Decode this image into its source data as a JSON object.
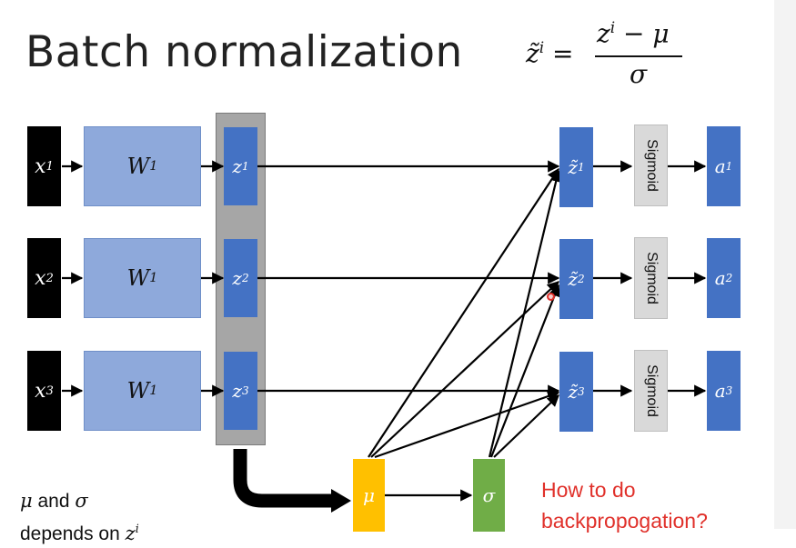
{
  "title": "Batch normalization",
  "formula": {
    "lhs": "z̃",
    "lhs_sup": "i",
    "equals": "=",
    "num": "z",
    "num_sup": "i",
    "num_rest": " − μ",
    "den": "σ"
  },
  "inputs": [
    {
      "base": "x",
      "sup": "1"
    },
    {
      "base": "x",
      "sup": "2"
    },
    {
      "base": "x",
      "sup": "3"
    }
  ],
  "weights": [
    {
      "base": "W",
      "sup": "1"
    },
    {
      "base": "W",
      "sup": "1"
    },
    {
      "base": "W",
      "sup": "1"
    }
  ],
  "z_nodes": [
    {
      "base": "z",
      "sup": "1"
    },
    {
      "base": "z",
      "sup": "2"
    },
    {
      "base": "z",
      "sup": "3"
    }
  ],
  "z_tilde_nodes": [
    {
      "base": "z̃",
      "sup": "1"
    },
    {
      "base": "z̃",
      "sup": "2"
    },
    {
      "base": "z̃",
      "sup": "3"
    }
  ],
  "activation_label": "Sigmoid",
  "outputs": [
    {
      "base": "a",
      "sup": "1"
    },
    {
      "base": "a",
      "sup": "2"
    },
    {
      "base": "a",
      "sup": "3"
    }
  ],
  "mu_label": "μ",
  "sigma_label": "σ",
  "note": {
    "mu": "μ",
    "and": " and ",
    "sigma": "σ",
    "line2": "depends on ",
    "z": "z",
    "z_sup": "i"
  },
  "question": {
    "line1": "How to do",
    "line2": "backpropogation?"
  },
  "colors": {
    "input_black": "#000000",
    "weight_light_blue": "#8ea9db",
    "node_blue": "#4472c4",
    "panel_gray": "#a6a6a6",
    "sigmoid_gray": "#d9d9d9",
    "mu_orange": "#ffc000",
    "sigma_green": "#70ad47",
    "question_red": "#e0302a"
  }
}
